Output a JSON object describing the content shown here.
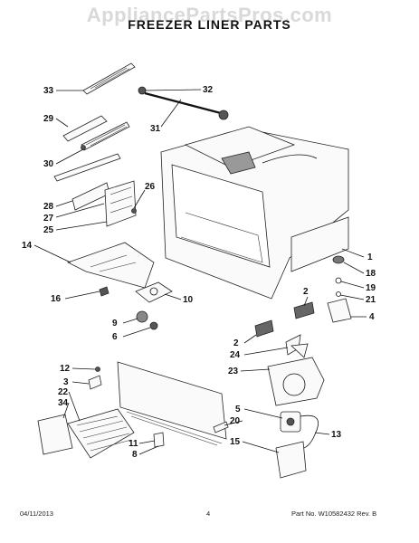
{
  "header": {
    "watermark": "AppliancePartsPros.com",
    "title": "FREEZER LINER PARTS"
  },
  "footer": {
    "date": "04/11/2013",
    "page": "4",
    "part_number": "Part No. W10582432  Rev. B"
  },
  "callouts": [
    "33",
    "32",
    "31",
    "29",
    "30",
    "26",
    "28",
    "27",
    "25",
    "14",
    "1",
    "18",
    "19",
    "21",
    "16",
    "10",
    "2",
    "4",
    "9",
    "6",
    "2",
    "24",
    "23",
    "12",
    "3",
    "22",
    "34",
    "5",
    "20",
    "13",
    "11",
    "8",
    "15"
  ]
}
